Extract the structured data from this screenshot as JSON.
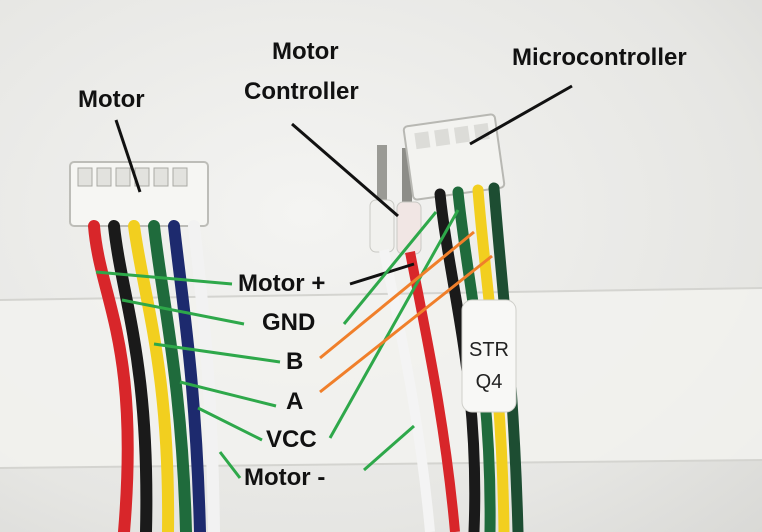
{
  "labels": {
    "motor": "Motor",
    "motor_controller_line1": "Motor",
    "motor_controller_line2": "Controller",
    "microcontroller": "Microcontroller",
    "motor_plus": "Motor +",
    "gnd": "GND",
    "b": "B",
    "a": "A",
    "vcc": "VCC",
    "motor_minus": "Motor -"
  },
  "sleeve_text": {
    "line1": "STR",
    "line2": "Q4"
  },
  "colors": {
    "leader_black": "#111111",
    "leader_green": "#2ea84a",
    "leader_orange": "#f07f2a",
    "wire_red": "#d8262a",
    "wire_black": "#1a1a1a",
    "wire_yellow": "#f2cf1f",
    "wire_green": "#1f6b3c",
    "wire_blue": "#1d2a6e",
    "wire_white": "#f2f2f2"
  }
}
